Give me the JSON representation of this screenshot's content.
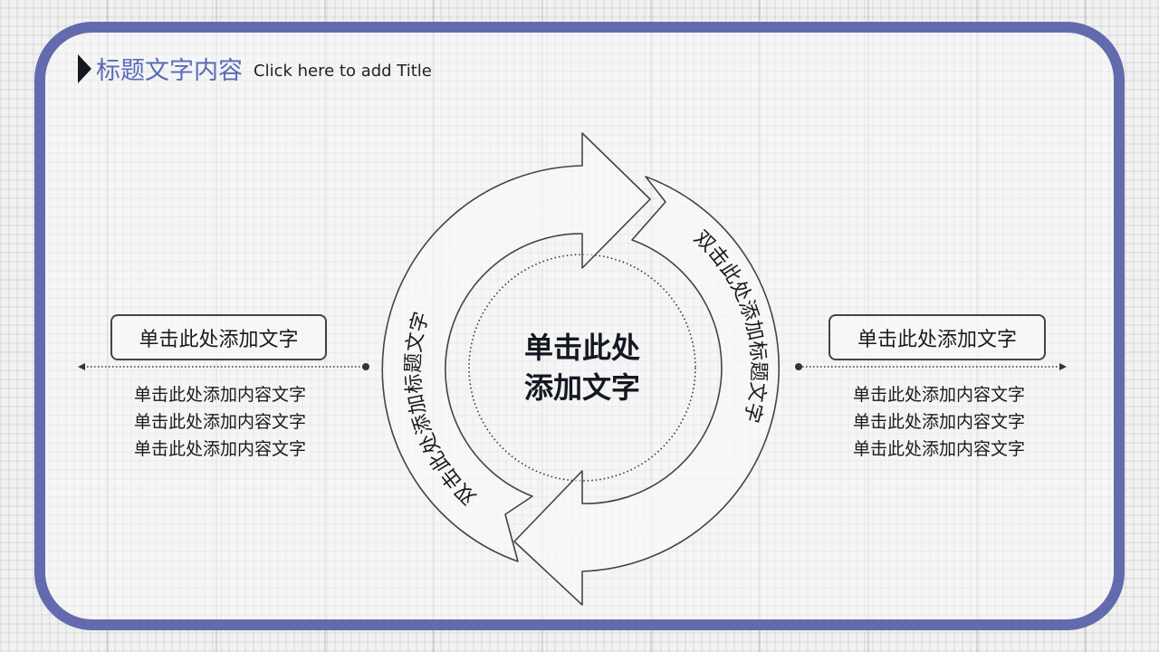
{
  "slide": {
    "title_cn": "标题文字内容",
    "title_en": "Click here to add Title",
    "frame_color": "#636bae",
    "title_color": "#5a6bb8"
  },
  "cycle": {
    "center_text_line1": "单击此处",
    "center_text_line2": "添加文字",
    "left_arc_label": "双击此处添加标题文字",
    "right_arc_label": "双击此处添加标题文字"
  },
  "left_panel": {
    "heading": "单击此处添加文字",
    "items": [
      "单击此处添加内容文字",
      "单击此处添加内容文字",
      "单击此处添加内容文字"
    ]
  },
  "right_panel": {
    "heading": "单击此处添加文字",
    "items": [
      "单击此处添加内容文字",
      "单击此处添加内容文字",
      "单击此处添加内容文字"
    ]
  }
}
